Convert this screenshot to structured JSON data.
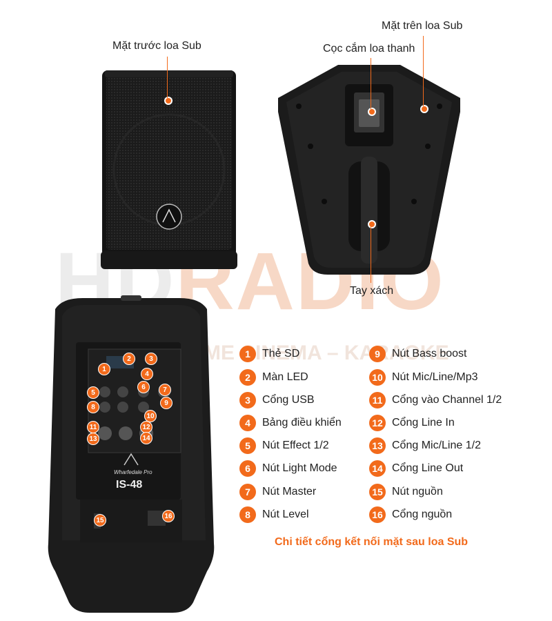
{
  "watermark": {
    "brand_left": "HD",
    "brand_right": "RADIO",
    "tagline": "AUDIO – HOME CINEMA – KARAOKE"
  },
  "labels": {
    "front": "Mặt trước loa Sub",
    "top": "Mặt trên loa Sub",
    "pole": "Cọc cắm loa thanh",
    "handle": "Tay xách"
  },
  "panel": {
    "model": "IS-48",
    "brand_script": "Wharfedale Pro"
  },
  "legend_left": [
    {
      "num": "1",
      "text": "Thẻ SD"
    },
    {
      "num": "2",
      "text": "Màn LED"
    },
    {
      "num": "3",
      "text": "Cổng USB"
    },
    {
      "num": "4",
      "text": "Bảng điều khiển"
    },
    {
      "num": "5",
      "text": "Nút Effect 1/2"
    },
    {
      "num": "6",
      "text": "Nút Light Mode"
    },
    {
      "num": "7",
      "text": "Nút Master"
    },
    {
      "num": "8",
      "text": "Nút Level"
    }
  ],
  "legend_right": [
    {
      "num": "9",
      "text": "Nút Bass boost"
    },
    {
      "num": "10",
      "text": "Nút Mic/Line/Mp3"
    },
    {
      "num": "11",
      "text": "Cổng vào Channel 1/2"
    },
    {
      "num": "12",
      "text": "Cổng Line In"
    },
    {
      "num": "13",
      "text": "Cổng Mic/Line 1/2"
    },
    {
      "num": "14",
      "text": "Cổng Line Out"
    },
    {
      "num": "15",
      "text": "Nút nguồn"
    },
    {
      "num": "16",
      "text": "Cổng nguồn"
    }
  ],
  "caption": "Chi tiết cổng kết nối mặt sau loa Sub",
  "colors": {
    "accent": "#f26a1b",
    "speaker_body": "#1e1e1e",
    "panel": "#2a2a2a",
    "watermark": "#f3dcd0"
  }
}
